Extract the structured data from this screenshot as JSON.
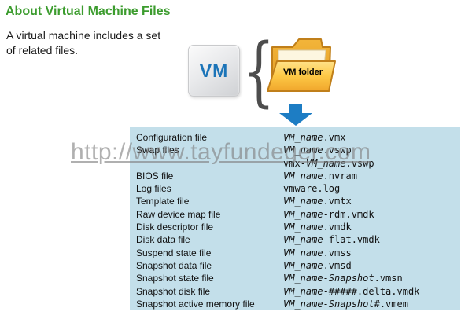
{
  "title": "About Virtual Machine Files",
  "subtitle": "A virtual machine includes a set of related files.",
  "vm_box_label": "VM",
  "brace": "{",
  "folder_label": "VM folder",
  "watermark": "http://www.tayfundeger.com",
  "colors": {
    "title_green": "#3c9c2e",
    "table_background": "#c3dfea",
    "arrow_blue": "#1d7dc4",
    "vm_text_blue": "#1b74b8",
    "folder_yellow": "#fdc845",
    "folder_outline": "#c07f1a"
  },
  "files": [
    {
      "label": "Configuration file",
      "lines": [
        [
          {
            "t": "VM_name",
            "i": true
          },
          {
            "t": ".vmx",
            "i": false
          }
        ]
      ]
    },
    {
      "label": "Swap files",
      "lines": [
        [
          {
            "t": "VM_name",
            "i": true
          },
          {
            "t": ".vswp",
            "i": false
          }
        ],
        [
          {
            "t": "vmx-",
            "i": false
          },
          {
            "t": "VM_name",
            "i": true
          },
          {
            "t": ".vswp",
            "i": false
          }
        ]
      ]
    },
    {
      "label": "BIOS file",
      "lines": [
        [
          {
            "t": "VM_name",
            "i": true
          },
          {
            "t": ".nvram",
            "i": false
          }
        ]
      ]
    },
    {
      "label": "Log files",
      "lines": [
        [
          {
            "t": "vmware.log",
            "i": false
          }
        ]
      ]
    },
    {
      "label": "Template file",
      "lines": [
        [
          {
            "t": "VM_name",
            "i": true
          },
          {
            "t": ".vmtx",
            "i": false
          }
        ]
      ]
    },
    {
      "label": "Raw device map file",
      "lines": [
        [
          {
            "t": "VM_name",
            "i": true
          },
          {
            "t": "-rdm.vmdk",
            "i": false
          }
        ]
      ]
    },
    {
      "label": "Disk descriptor file",
      "lines": [
        [
          {
            "t": "VM_name",
            "i": true
          },
          {
            "t": ".vmdk",
            "i": false
          }
        ]
      ]
    },
    {
      "label": "Disk data file",
      "lines": [
        [
          {
            "t": "VM_name",
            "i": true
          },
          {
            "t": "-flat.vmdk",
            "i": false
          }
        ]
      ]
    },
    {
      "label": "Suspend state file",
      "lines": [
        [
          {
            "t": "VM_name",
            "i": true
          },
          {
            "t": ".vmss",
            "i": false
          }
        ]
      ]
    },
    {
      "label": "Snapshot data file",
      "lines": [
        [
          {
            "t": "VM_name",
            "i": true
          },
          {
            "t": ".vmsd",
            "i": false
          }
        ]
      ]
    },
    {
      "label": "Snapshot state file",
      "lines": [
        [
          {
            "t": "VM_name-Snapshot",
            "i": true
          },
          {
            "t": ".vmsn",
            "i": false
          }
        ]
      ]
    },
    {
      "label": "Snapshot disk file",
      "lines": [
        [
          {
            "t": "VM_name",
            "i": true
          },
          {
            "t": "-#####.delta.vmdk",
            "i": false
          }
        ]
      ]
    },
    {
      "label": "Snapshot active memory file",
      "lines": [
        [
          {
            "t": "VM_name-Snapshot",
            "i": true
          },
          {
            "t": "#.vmem",
            "i": false
          }
        ]
      ]
    }
  ]
}
